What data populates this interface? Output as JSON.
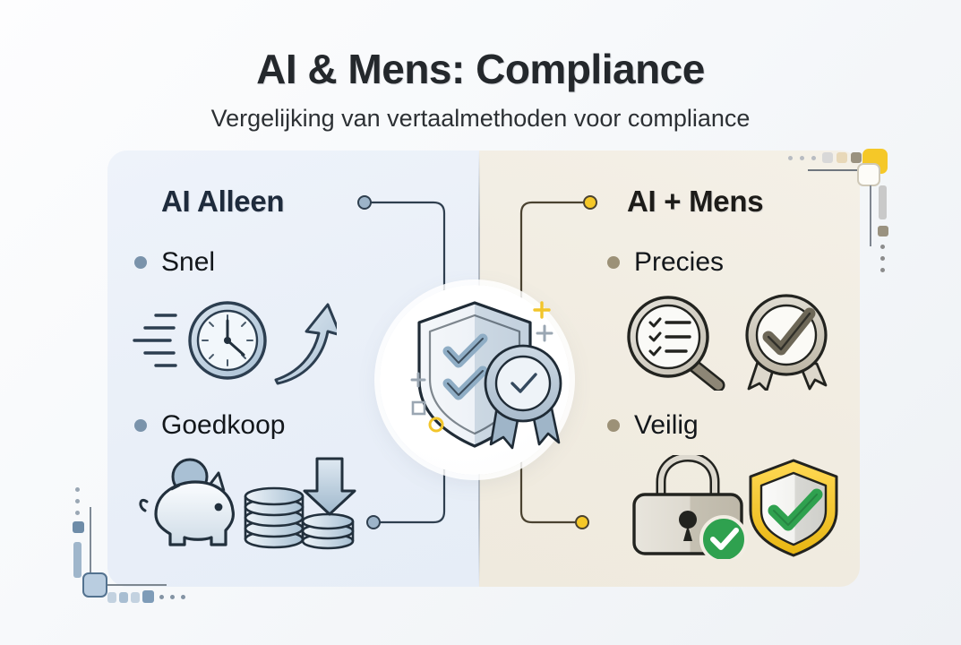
{
  "header": {
    "title": "AI & Mens: Compliance",
    "subtitle": "Vergelijking van vertaalmethoden voor compliance"
  },
  "columns": [
    {
      "id": "ai-alleen",
      "heading": "AI Alleen",
      "accent_color": "#8aa4bd",
      "panel_color": "#eef3fa",
      "bullets": [
        {
          "label": "Snel",
          "bullet_color": "#7a93ab",
          "icons": [
            "speed-lines-icon",
            "clock-icon",
            "upward-arrow-icon"
          ]
        },
        {
          "label": "Goedkoop",
          "bullet_color": "#7a93ab",
          "icons": [
            "piggy-bank-icon",
            "coin-stack-icon",
            "down-arrow-icon"
          ]
        }
      ]
    },
    {
      "id": "ai-plus-mens",
      "heading": "AI + Mens",
      "accent_color": "#f2c52a",
      "panel_color": "#f2ede3",
      "bullets": [
        {
          "label": "Precies",
          "bullet_color": "#9c9177",
          "icons": [
            "magnifier-checklist-icon",
            "award-rosette-check-icon"
          ]
        },
        {
          "label": "Veilig",
          "bullet_color": "#9c9177",
          "icons": [
            "padlock-verified-icon",
            "shield-check-gold-icon"
          ]
        }
      ]
    }
  ],
  "center": {
    "icon": "shield-check-award-icon",
    "accents": [
      "plus-yellow",
      "plus-gray",
      "plus-gray-left",
      "square-outline-gray",
      "circle-outline-yellow"
    ]
  },
  "connectors": [
    {
      "id": "left-top",
      "dot_color": "#9db4c9",
      "line_color": "#2f3f4f"
    },
    {
      "id": "left-bottom",
      "dot_color": "#9db4c9",
      "line_color": "#2f3f4f"
    },
    {
      "id": "right-top",
      "dot_color": "#f5c828",
      "line_color": "#4a4230"
    },
    {
      "id": "right-bottom",
      "dot_color": "#f5c828",
      "line_color": "#4a4230"
    }
  ],
  "decor": {
    "top_right": {
      "dots": [
        "#b8bcc2",
        "#b8bcc2",
        "#b8bcc2"
      ],
      "squares": [
        "#d8d8d8",
        "#e8d8b8",
        "#9a9280",
        "#d6d8da"
      ],
      "rule_color": "#6f767e",
      "accent_square": "#f5c828",
      "accent_square_outline": "#fdfcf8",
      "vertical_line": "#7f8690",
      "bar": "#c9c9c9",
      "chip": "#9a9280",
      "trail_dots": [
        "#8c8c8c",
        "#8c8c8c",
        "#8c8c8c",
        "#8c8c8c"
      ]
    },
    "bottom_left": {
      "dots": [
        "#9aa7b4",
        "#9aa7b4",
        "#9aa7b4"
      ],
      "chip": "#6e8ca8",
      "bar": "#9fb6cb",
      "vertical_line": "#7f8a96",
      "accent_square": "#b9cde0",
      "rule_color": "#7d8790",
      "squares": [
        "#c3d2e0",
        "#a8bed2",
        "#c3d2e0",
        "#7e9cb8"
      ],
      "trail_dots": [
        "#8494a4",
        "#8494a4",
        "#8494a4"
      ]
    }
  },
  "palette": {
    "background_start": "#fdfdfe",
    "background_end": "#eef1f5",
    "title_color": "#24282c",
    "green_check": "#2fa14f",
    "gold": "#f2c52a",
    "steel_blue": "#8fa9c0",
    "warm_gray": "#a89f8c"
  }
}
